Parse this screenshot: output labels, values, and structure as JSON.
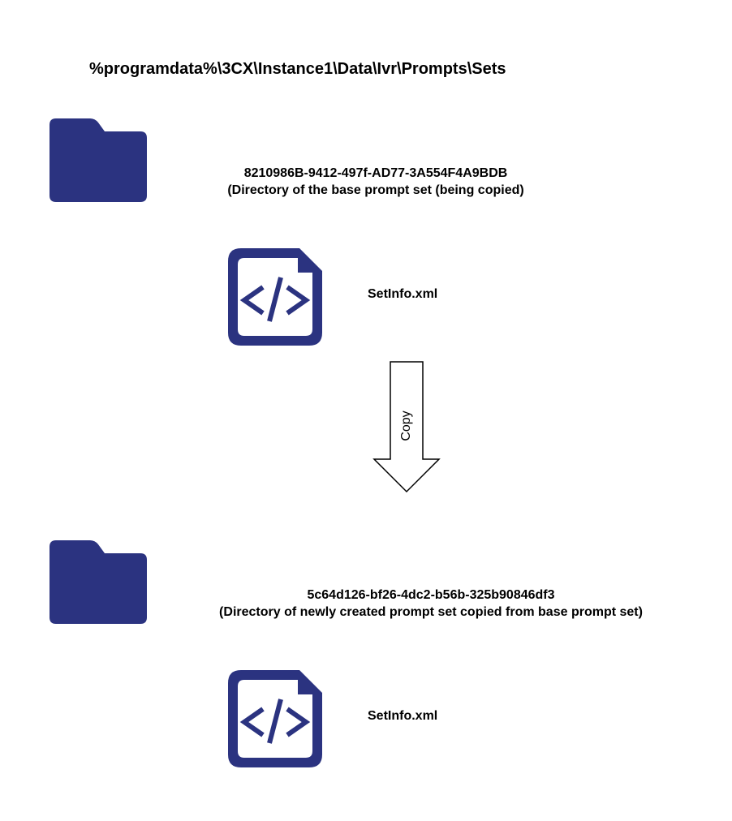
{
  "diagram": {
    "root_path": "%programdata%\\3CX\\Instance1\\Data\\Ivr\\Prompts\\Sets",
    "icon_color": "#2b3380",
    "source": {
      "folder_icon": "folder-icon",
      "directory_id": "8210986B-9412-497f-AD77-3A554F4A9BDB",
      "directory_desc": "(Directory of the base prompt set (being copied)",
      "file_icon": "xml-file-icon",
      "file_name": "SetInfo.xml"
    },
    "arrow": {
      "label": "Copy"
    },
    "target": {
      "folder_icon": "folder-icon",
      "directory_id": "5c64d126-bf26-4dc2-b56b-325b90846df3",
      "directory_desc": "(Directory of newly created prompt set copied from base prompt set)",
      "file_icon": "xml-file-icon",
      "file_name": "SetInfo.xml"
    }
  }
}
